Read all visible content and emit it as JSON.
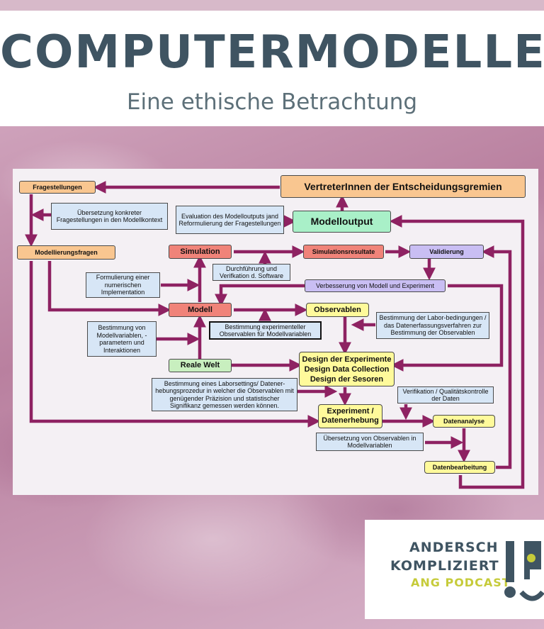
{
  "header": {
    "title": "COMPUTERMODELLE",
    "subtitle": "Eine ethische Betrachtung"
  },
  "diagram": {
    "nodes": {
      "fragestellungen": "Fragestellungen",
      "vertreter": "VertreterInnen der Entscheidungsgremien",
      "uebersetzung_fragen": "Übersetzung konkreter Fragestellungen in den Modellkontext",
      "evaluation": "Evaluation des Modelloutputs jand Reformulierung der Fragestellungen",
      "modelloutput": "Modelloutput",
      "modellierungsfragen": "Modellierungsfragen",
      "simulation": "Simulation",
      "simulationsresultate": "Simulationsresultate",
      "validierung": "Validierung",
      "durchfuehrung": "Durchführung und Verifkation d. Software",
      "formulierung": "Formulierung einer numerischen Implementation",
      "verbesserung": "Verbesserung von Modell und Experiment",
      "modell": "Modell",
      "observablen": "Observablen",
      "bestimmung_labor": "Bestimmung der Labor-bedingungen / das Datenerfassungsverfahren zur Bestimmung der Observablen",
      "bestimmung_modellvariablen": "Bestimmung von Modellvariablen, - parametern und Interaktionen",
      "bestimmung_experimentell": "Bestimmung experimenteller Observablen für Modellvariablen",
      "reale_welt": "Reale Welt",
      "design": "Design der Experimente Design Data Collection Design der Sesoren",
      "laborsetting": "Bestimmung eines Laborsettings/ Datener-hebungsprozedur in welcher die Observablen mit genügender Präzision und statistischer Signifikanz gemessen werden können.",
      "verifikation": "Verifikation / Qualitätskontrolle der Daten",
      "experiment": "Experiment / Datenerhebung",
      "datenanalyse": "Datenanalyse",
      "uebersetzung_observablen": "Übersetzung von Observablen in Modellvariablen",
      "datenbearbeitung": "Datenbearbeitung"
    },
    "arrow_color": "#8e2262"
  },
  "logo": {
    "line1": "ANDERSCH",
    "line2": "KOMPLIZIERT",
    "line3": "ANG PODCAST",
    "primary_color": "#3f5462",
    "accent_color": "#c6cb3a"
  }
}
